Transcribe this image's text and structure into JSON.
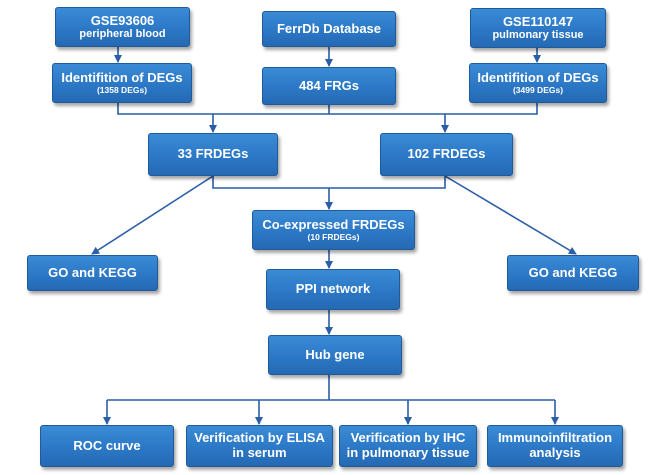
{
  "colors": {
    "box_fill": "#2c78c6",
    "arrow": "#2a5ea6",
    "text": "#ffffff"
  },
  "nodes": {
    "gse93606": {
      "line1": "GSE93606",
      "line2": "peripheral blood"
    },
    "ferrdb": {
      "line1": "FerrDb Database"
    },
    "gse110147": {
      "line1": "GSE110147",
      "line2": "pulmonary tissue"
    },
    "degs_left": {
      "line1": "Identifition of DEGs",
      "line2": "(1358 DEGs)"
    },
    "frgs": {
      "line1": "484 FRGs"
    },
    "degs_right": {
      "line1": "Identifition of DEGs",
      "line2": "(3499 DEGs)"
    },
    "frdegs_33": {
      "line1": "33 FRDEGs"
    },
    "frdegs_102": {
      "line1": "102 FRDEGs"
    },
    "coexpressed": {
      "line1": "Co-expressed FRDEGs",
      "line2": "(10 FRDEGs)"
    },
    "go_kegg_left": {
      "line1": "GO and KEGG"
    },
    "go_kegg_right": {
      "line1": "GO and KEGG"
    },
    "ppi": {
      "line1": "PPI network"
    },
    "hub": {
      "line1": "Hub gene"
    },
    "roc": {
      "line1": "ROC curve"
    },
    "elisa": {
      "line1": "Verification by ELISA",
      "line2": "in serum"
    },
    "ihc": {
      "line1": "Verification by IHC",
      "line2": "in pulmonary tissue"
    },
    "immuno": {
      "line1": "Immunoinfiltration",
      "line2": "analysis"
    }
  }
}
